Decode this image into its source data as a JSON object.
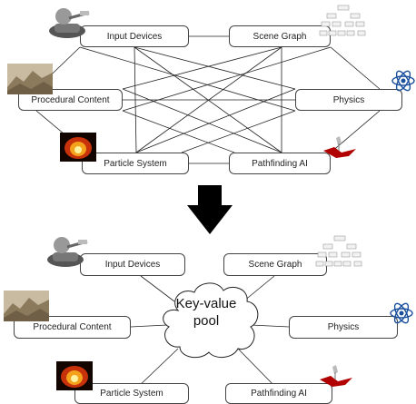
{
  "top": {
    "boxes": {
      "input_devices": "Input Devices",
      "scene_graph": "Scene Graph",
      "procedural_content": "Procedural Content",
      "physics": "Physics",
      "particle_system": "Particle System",
      "pathfinding_ai": "Pathfinding AI"
    }
  },
  "bottom": {
    "boxes": {
      "input_devices": "Input Devices",
      "scene_graph": "Scene Graph",
      "procedural_content": "Procedural Content",
      "physics": "Physics",
      "particle_system": "Particle System",
      "pathfinding_ai": "Pathfinding AI"
    },
    "pool_line1": "Key-value",
    "pool_line2": "pool"
  },
  "icons": [
    "joystick-icon",
    "tree-hierarchy-icon",
    "terrain-icon",
    "atom-icon",
    "fire-icon",
    "pathfinding-map-icon",
    "down-arrow-icon",
    "cloud-icon"
  ]
}
